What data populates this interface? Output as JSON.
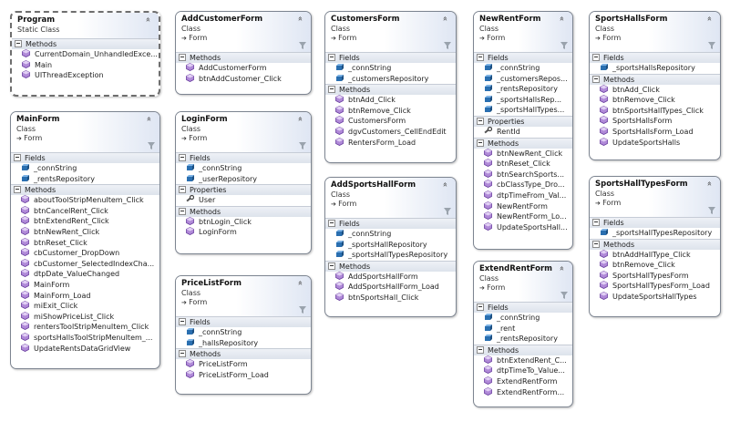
{
  "classes": [
    {
      "key": "program",
      "title": "Program",
      "kind": "Static Class",
      "base": "",
      "sections": [
        {
          "name": "Methods",
          "type": "method",
          "items": [
            "CurrentDomain_UnhandledExce...",
            "Main",
            "UIThreadException"
          ]
        }
      ]
    },
    {
      "key": "mainform",
      "title": "MainForm",
      "kind": "Class",
      "base": "Form",
      "sections": [
        {
          "name": "Fields",
          "type": "field",
          "items": [
            "_connString",
            "_rentsRepository"
          ]
        },
        {
          "name": "Methods",
          "type": "method",
          "items": [
            "aboutToolStripMenuItem_Click",
            "btnCancelRent_Click",
            "btnExtendRent_Click",
            "btnNewRent_Click",
            "btnReset_Click",
            "cbCustomer_DropDown",
            "cbCustomer_SelectedIndexCha...",
            "dtpDate_ValueChanged",
            "MainForm",
            "MainForm_Load",
            "miExit_Click",
            "miShowPriceList_Click",
            "rentersToolStripMenuItem_Click",
            "sportsHallsToolStripMenuItem_...",
            "UpdateRentsDataGridView"
          ]
        }
      ]
    },
    {
      "key": "addcustomerform",
      "title": "AddCustomerForm",
      "kind": "Class",
      "base": "Form",
      "sections": [
        {
          "name": "Methods",
          "type": "method",
          "items": [
            "AddCustomerForm",
            "btnAddCustomer_Click"
          ]
        }
      ]
    },
    {
      "key": "loginform",
      "title": "LoginForm",
      "kind": "Class",
      "base": "Form",
      "sections": [
        {
          "name": "Fields",
          "type": "field",
          "items": [
            "_connString",
            "_userRepository"
          ]
        },
        {
          "name": "Properties",
          "type": "property",
          "items": [
            "User"
          ]
        },
        {
          "name": "Methods",
          "type": "method",
          "items": [
            "btnLogin_Click",
            "LoginForm"
          ]
        }
      ]
    },
    {
      "key": "pricelistform",
      "title": "PriceListForm",
      "kind": "Class",
      "base": "Form",
      "sections": [
        {
          "name": "Fields",
          "type": "field",
          "items": [
            "_connString",
            "_hallsRepository"
          ]
        },
        {
          "name": "Methods",
          "type": "method",
          "items": [
            "PriceListForm",
            "PriceListForm_Load"
          ]
        }
      ]
    },
    {
      "key": "customersform",
      "title": "CustomersForm",
      "kind": "Class",
      "base": "Form",
      "sections": [
        {
          "name": "Fields",
          "type": "field",
          "items": [
            "_connString",
            "_customersRepository"
          ]
        },
        {
          "name": "Methods",
          "type": "method",
          "items": [
            "btnAdd_Click",
            "btnRemove_Click",
            "CustomersForm",
            "dgvCustomers_CellEndEdit",
            "RentersForm_Load"
          ]
        }
      ]
    },
    {
      "key": "addsportshallform",
      "title": "AddSportsHallForm",
      "kind": "Class",
      "base": "Form",
      "sections": [
        {
          "name": "Fields",
          "type": "field",
          "items": [
            "_connString",
            "_sportsHallRepository",
            "_sportsHallTypesRepository"
          ]
        },
        {
          "name": "Methods",
          "type": "method",
          "items": [
            "AddSportsHallForm",
            "AddSportsHallForm_Load",
            "btnSportsHall_Click"
          ]
        }
      ]
    },
    {
      "key": "newrentform",
      "title": "NewRentForm",
      "kind": "Class",
      "base": "Form",
      "sections": [
        {
          "name": "Fields",
          "type": "field",
          "items": [
            "_connString",
            "_customersRepos...",
            "_rentsRepository",
            "_sportsHallsRep...",
            "_sportsHallTypes..."
          ]
        },
        {
          "name": "Properties",
          "type": "property",
          "items": [
            "RentId"
          ]
        },
        {
          "name": "Methods",
          "type": "method",
          "items": [
            "btnNewRent_Click",
            "btnReset_Click",
            "btnSearchSports...",
            "cbClassType_Dro...",
            "dtpTimeFrom_Val...",
            "NewRentForm",
            "NewRentForm_Lo...",
            "UpdateSportsHall..."
          ]
        }
      ]
    },
    {
      "key": "extendrentform",
      "title": "ExtendRentForm",
      "kind": "Class",
      "base": "Form",
      "sections": [
        {
          "name": "Fields",
          "type": "field",
          "items": [
            "_connString",
            "_rent",
            "_rentsRepository"
          ]
        },
        {
          "name": "Methods",
          "type": "method",
          "items": [
            "btnExtendRent_C...",
            "dtpTimeTo_Value...",
            "ExtendRentForm",
            "ExtendRentForm..."
          ]
        }
      ]
    },
    {
      "key": "sportshallsform",
      "title": "SportsHallsForm",
      "kind": "Class",
      "base": "Form",
      "sections": [
        {
          "name": "Fields",
          "type": "field",
          "items": [
            "_sportsHallsRepository"
          ]
        },
        {
          "name": "Methods",
          "type": "method",
          "items": [
            "btnAdd_Click",
            "btnRemove_Click",
            "btnSportsHallTypes_Click",
            "SportsHallsForm",
            "SportsHallsForm_Load",
            "UpdateSportsHalls"
          ]
        }
      ]
    },
    {
      "key": "sportshalltypesform",
      "title": "SportsHallTypesForm",
      "kind": "Class",
      "base": "Form",
      "sections": [
        {
          "name": "Fields",
          "type": "field",
          "items": [
            "_sportsHallTypesRepository"
          ]
        },
        {
          "name": "Methods",
          "type": "method",
          "items": [
            "btnAddHallType_Click",
            "btnRemove_Click",
            "SportsHallTypesForm",
            "SportsHallTypesForm_Load",
            "UpdateSportsHallTypes"
          ]
        }
      ]
    }
  ]
}
